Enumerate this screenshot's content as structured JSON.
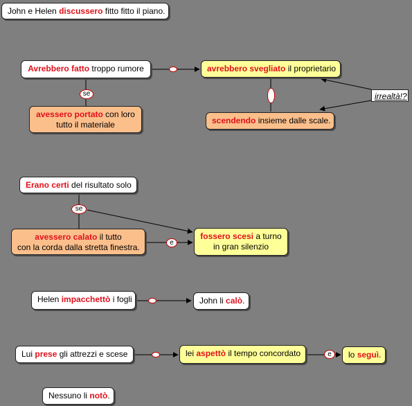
{
  "boxes": {
    "b1": {
      "kw": "discussero",
      "pre": "John e Helen ",
      "post": " fitto fitto il piano."
    },
    "b2": {
      "kw": "Avrebbero fatto",
      "post": " troppo rumore"
    },
    "b3": {
      "kw": "avrebbero svegliato",
      "post": " il proprietario"
    },
    "b4": {
      "kw": "avessero portato",
      "post": " con loro",
      "line2": "tutto il materiale"
    },
    "b5": {
      "kw": "scendendo",
      "post": " insieme dalle scale."
    },
    "b6": {
      "kw": "Erano certi",
      "post": " del risultato solo"
    },
    "b7": {
      "kw": "avessero calato",
      "post": " il tutto",
      "line2": "con la corda dalla stretta finestra."
    },
    "b8": {
      "kw": "fossero scesi",
      "post": " a turno",
      "line2": "in gran silenzio"
    },
    "b9": {
      "pre": "Helen ",
      "kw": "impacchettò",
      "post": " i fogli"
    },
    "b10": {
      "pre": "John li ",
      "kw": "calò",
      "post": "."
    },
    "b11": {
      "pre": "Lui ",
      "kw": "prese",
      "post": " gli attrezzi e scese"
    },
    "b12": {
      "pre": "lei ",
      "kw": "aspettò",
      "post": " il tempo concordato"
    },
    "b13": {
      "pre": "lo ",
      "kw": "seguì",
      "post": "."
    },
    "b14": {
      "pre": "Nessuno li ",
      "kw": "notò",
      "post": "."
    }
  },
  "connectors": {
    "se1": "se",
    "se2": "se",
    "e1": "e",
    "e2": "e"
  },
  "note": "irrealtà!?",
  "colors": {
    "background": "#7f7f7f",
    "keyword": "#e0101a",
    "yellow_box": "#ffff99",
    "orange_box": "#fbbf8c",
    "connector_border": "#c00000"
  }
}
